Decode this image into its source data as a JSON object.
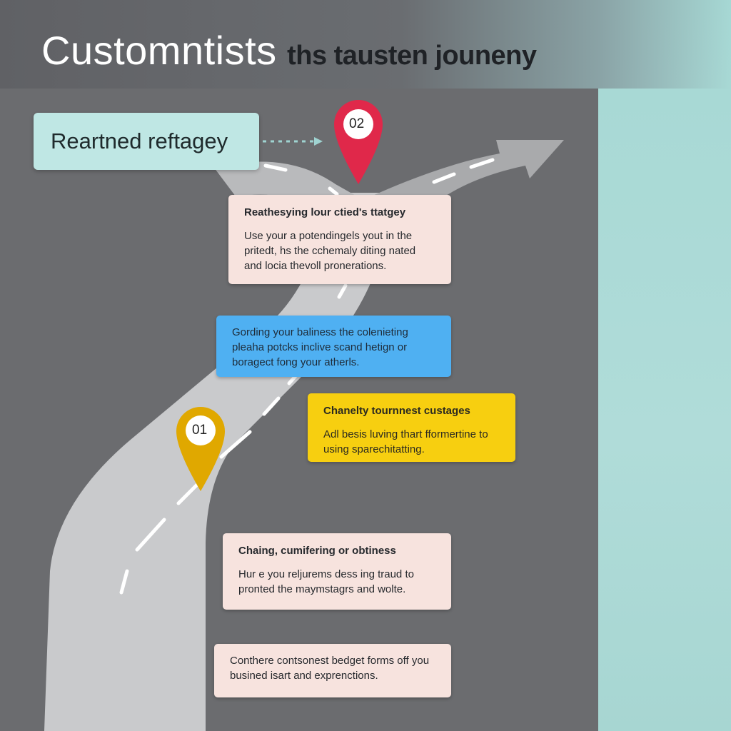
{
  "header": {
    "title_part1": "Customntists",
    "title_part2": "ths tausten jouneny"
  },
  "callout_label": "Reartned reftagey",
  "markers": [
    {
      "label": "02",
      "color": "#e0284a"
    },
    {
      "label": "01",
      "color": "#e0a800"
    }
  ],
  "cards": [
    {
      "heading": "Reathesying lour ctied's ttatgey",
      "body": "Use your a potendingels yout in the pritedt, hs the cchemaly diting nated and locia thevoll pronerations.",
      "color": "#f7e3de"
    },
    {
      "heading": "",
      "body": "Gording your baliness the colenieting pleaha potcks inclive scand hetign or boragect fong your atherls.",
      "color": "#4fb0f2"
    },
    {
      "heading": "Chanelty tournnest custages",
      "body": "Adl besis luving thart fformertine to using sparechitatting.",
      "color": "#f7cf10"
    },
    {
      "heading": "Chaing, cumifering or obtiness",
      "body": "Hur e you reljurems dess ing traud to pronted the maymstagrs and wolte.",
      "color": "#f7e3de"
    },
    {
      "heading": "",
      "body": "Conthere contsonest bedget forms off you busined isart and exprenctions.",
      "color": "#f7e3de"
    }
  ]
}
